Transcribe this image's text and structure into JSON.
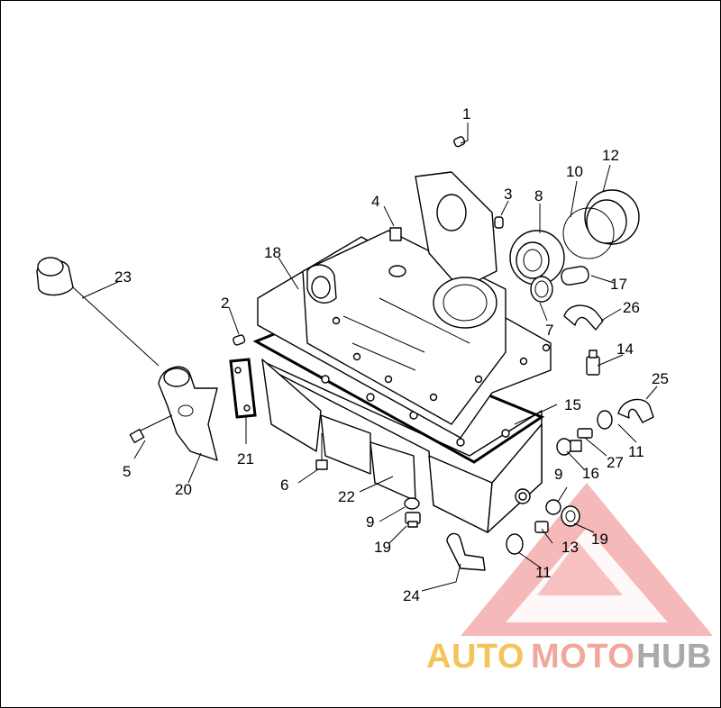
{
  "callouts": [
    {
      "id": "1",
      "text": "1"
    },
    {
      "id": "2",
      "text": "2"
    },
    {
      "id": "3",
      "text": "3"
    },
    {
      "id": "4",
      "text": "4"
    },
    {
      "id": "5",
      "text": "5"
    },
    {
      "id": "6",
      "text": "6"
    },
    {
      "id": "7",
      "text": "7"
    },
    {
      "id": "8",
      "text": "8"
    },
    {
      "id": "9a",
      "text": "9"
    },
    {
      "id": "9b",
      "text": "9"
    },
    {
      "id": "10",
      "text": "10"
    },
    {
      "id": "11a",
      "text": "11"
    },
    {
      "id": "11b",
      "text": "11"
    },
    {
      "id": "12",
      "text": "12"
    },
    {
      "id": "13",
      "text": "13"
    },
    {
      "id": "14",
      "text": "14"
    },
    {
      "id": "15",
      "text": "15"
    },
    {
      "id": "16",
      "text": "16"
    },
    {
      "id": "17",
      "text": "17"
    },
    {
      "id": "18",
      "text": "18"
    },
    {
      "id": "19a",
      "text": "19"
    },
    {
      "id": "19b",
      "text": "19"
    },
    {
      "id": "20",
      "text": "20"
    },
    {
      "id": "21",
      "text": "21"
    },
    {
      "id": "22",
      "text": "22"
    },
    {
      "id": "23",
      "text": "23"
    },
    {
      "id": "24",
      "text": "24"
    },
    {
      "id": "25",
      "text": "25"
    },
    {
      "id": "26",
      "text": "26"
    },
    {
      "id": "27",
      "text": "27"
    }
  ],
  "watermark": {
    "auto": "AUTO",
    "moto": "MOTO",
    "hub": "HUB",
    "colors": {
      "auto": "#f6c35a",
      "moto": "#f0a89c",
      "hub": "#a9a9a9",
      "triangle": "#ef7f7f"
    }
  }
}
